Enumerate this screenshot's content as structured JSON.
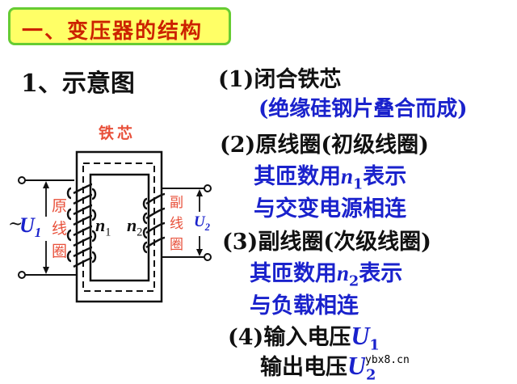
{
  "title": "一、变压器的结构",
  "section": "1、示意图",
  "diagram": {
    "core_label": "铁芯",
    "primary_label": [
      "原",
      "线",
      "圈"
    ],
    "secondary_label": [
      "副",
      "线",
      "圈"
    ],
    "n1": "n",
    "n1_sub": "1",
    "n2": "n",
    "n2_sub": "2",
    "u1_prefix": "~",
    "u1": "U",
    "u1_sub": "1",
    "u2": "U",
    "u2_sub": "2"
  },
  "points": {
    "p1": {
      "heading": "(1)闭合铁芯",
      "detail": "(绝缘硅钢片叠合而成)"
    },
    "p2": {
      "heading": "(2)原线圈(初级线圈)",
      "detail1_pre": "其匝数用",
      "detail1_var": "n",
      "detail1_sub": "1",
      "detail1_post": "表示",
      "detail2": "与交变电源相连"
    },
    "p3": {
      "heading": "(3)副线圈(次级线圈)",
      "detail1_pre": "其匝数用",
      "detail1_var": "n",
      "detail1_sub": "2",
      "detail1_post": "表示",
      "detail2": "与负载相连"
    },
    "p4": {
      "line1_pre": "(4)输入电压",
      "line1_var": "U",
      "line1_sub": "1",
      "line2_pre": "输出电压",
      "line2_var": "U",
      "line2_sub": "2"
    }
  },
  "watermark": "ybx8.cn",
  "colors": {
    "title_bg": "#ffff66",
    "title_border": "#66cc33",
    "title_text": "#cc2200",
    "blue": "#1a22cc",
    "red": "#e8503a"
  }
}
